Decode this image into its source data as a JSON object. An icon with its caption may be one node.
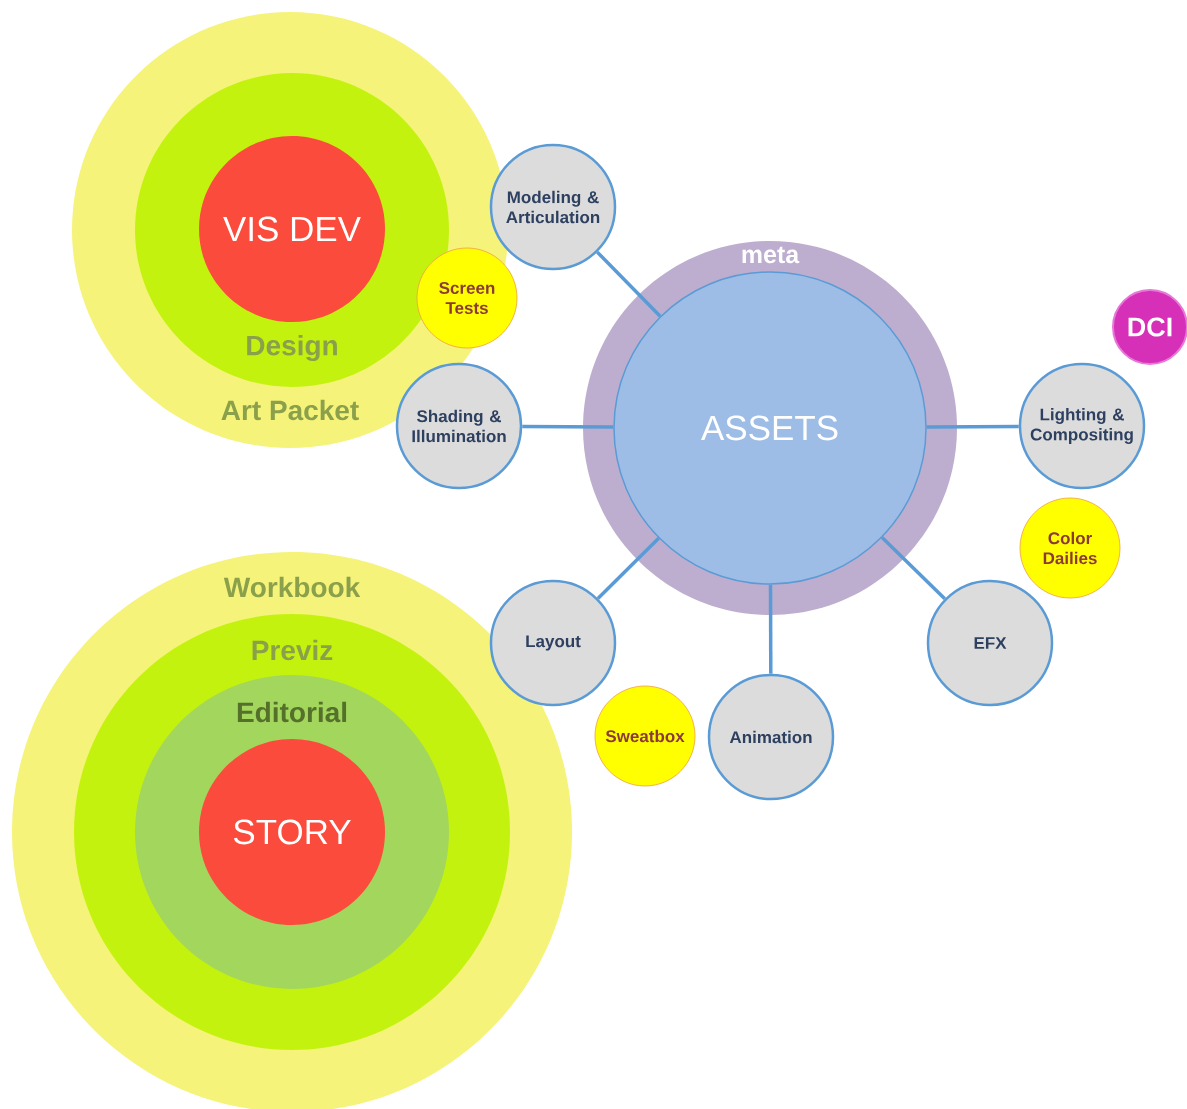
{
  "diagram": {
    "nodes": [
      {
        "text": [
          "Art Packet"
        ]
      },
      {
        "text": [
          "Design"
        ],
        "in": 0
      },
      {
        "text": [
          "VIS DEV"
        ],
        "in": 1
      },
      {
        "text": [
          "Workbook"
        ]
      },
      {
        "text": [
          "Previz"
        ],
        "in": 3
      },
      {
        "text": [
          "Editorial"
        ],
        "in": 4
      },
      {
        "text": [
          "STORY"
        ],
        "in": 5
      },
      {
        "text": [
          "meta"
        ]
      },
      {
        "text": [
          "ASSETS"
        ],
        "in": 7
      },
      {
        "text": [
          "Modeling & Articulation"
        ]
      },
      {
        "text": [
          "Screen Tests"
        ]
      },
      {
        "text": [
          "Shading & Illumination"
        ]
      },
      {
        "text": [
          "DCI"
        ]
      },
      {
        "text": [
          "Lighting & Compositing"
        ]
      },
      {
        "text": [
          "Color Dailies"
        ]
      },
      {
        "text": [
          "Layout"
        ]
      },
      {
        "text": [
          "Sweatbox"
        ]
      },
      {
        "text": [
          "Animation"
        ]
      },
      {
        "text": [
          "EFX"
        ]
      }
    ],
    "edges": [
      {
        "from": 8,
        "to": 9,
        "arrow": "none"
      },
      {
        "from": 8,
        "to": 11,
        "arrow": "none"
      },
      {
        "from": 8,
        "to": 13,
        "arrow": "none"
      },
      {
        "from": 8,
        "to": 15,
        "arrow": "none"
      },
      {
        "from": 8,
        "to": 17,
        "arrow": "none"
      },
      {
        "from": 8,
        "to": 18,
        "arrow": "none"
      }
    ]
  }
}
